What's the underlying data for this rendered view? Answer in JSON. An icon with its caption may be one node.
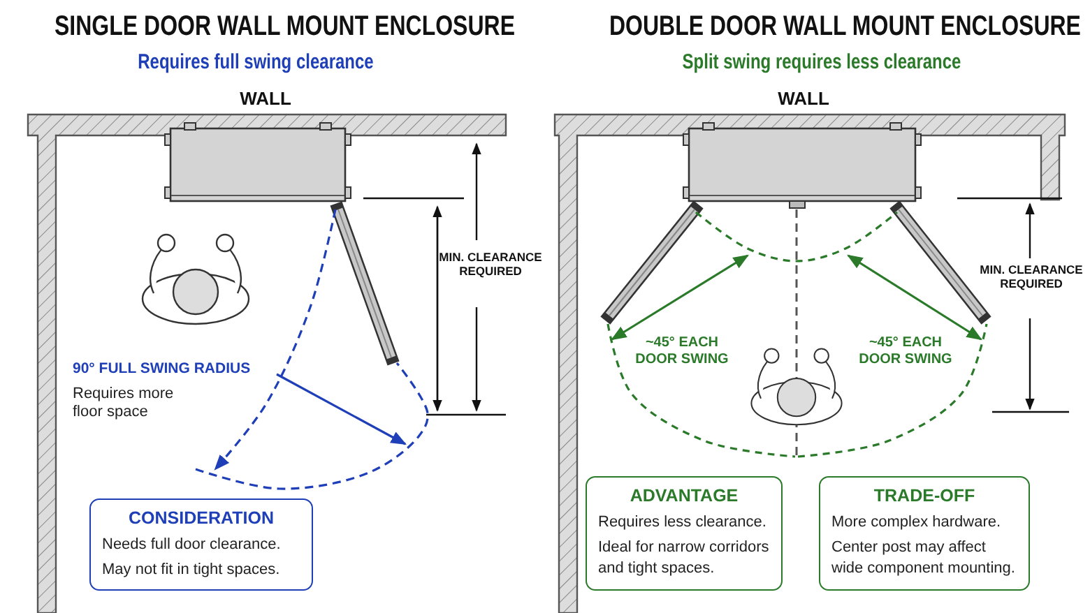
{
  "diagram": {
    "nodes": [
      {
        "text": [
          "CONSIDERATION",
          "Needs full door clearance.",
          "May not fit in tight spaces."
        ]
      },
      {
        "text": [
          "ADVANTAGE",
          "Requires less clearance.",
          "Ideal for narrow corridors and tight spaces."
        ]
      },
      {
        "text": [
          "TRADE-OFF",
          "More complex hardware.",
          "Center post may affect wide component mounting."
        ]
      }
    ],
    "labels": [
      "SINGLE DOOR WALL MOUNT ENCLOSURE",
      "Requires full swing clearance",
      "DOUBLE DOOR WALL MOUNT ENCLOSURE",
      "Split swing requires less clearance",
      "WALL",
      "WALL",
      "MIN. CLEARANCE REQUIRED",
      "90° FULL SWING RADIUS",
      "Requires more floor space",
      "~45° EACH DOOR SWING",
      "~45° EACH DOOR SWING",
      "MIN. CLEARANCE REQUIRED"
    ]
  }
}
